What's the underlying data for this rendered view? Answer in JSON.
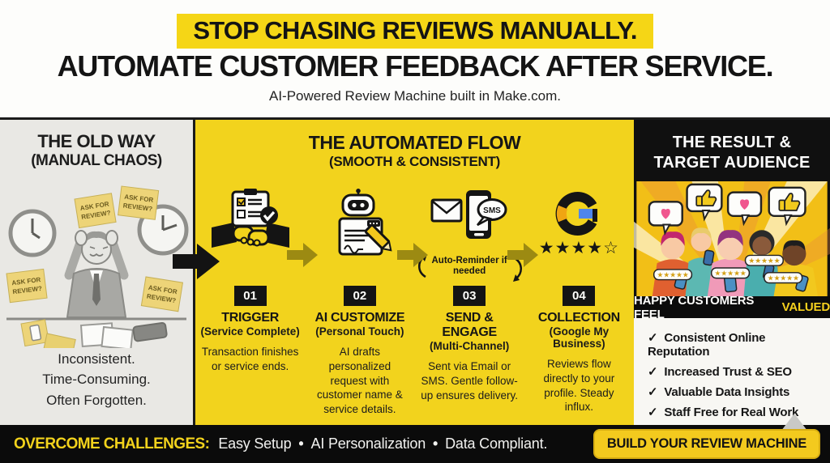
{
  "header": {
    "headline_1": "STOP CHASING REVIEWS MANUALLY.",
    "headline_2": "AUTOMATE CUSTOMER FEEDBACK AFTER SERVICE.",
    "subtitle": "AI-Powered Review Machine built in Make.com."
  },
  "old_way": {
    "title": "THE OLD WAY",
    "subtitle": "(MANUAL CHAOS)",
    "sticky_line1": "ASK FOR",
    "sticky_line2": "REVIEW?",
    "pain_points": [
      "Inconsistent.",
      "Time-Consuming.",
      "Often Forgotten."
    ]
  },
  "flow": {
    "title": "THE AUTOMATED FLOW",
    "subtitle": "(SMOOTH & CONSISTENT)",
    "steps": [
      {
        "number": "01",
        "title": "TRIGGER",
        "subtitle": "(Service Complete)",
        "description": "Transaction finishes or service ends."
      },
      {
        "number": "02",
        "title": "AI CUSTOMIZE",
        "subtitle": "(Personal Touch)",
        "description": "AI drafts personalized request with customer name & service details."
      },
      {
        "number": "03",
        "title": "SEND & ENGAGE",
        "subtitle": "(Multi-Channel)",
        "description": "Sent via Email or SMS. Gentle follow-up ensures delivery.",
        "note": "Auto-Reminder if needed",
        "sms_label": "SMS"
      },
      {
        "number": "04",
        "title": "COLLECTION",
        "subtitle": "(Google My Business)",
        "description": "Reviews flow directly to your profile. Steady influx.",
        "stars": "★★★★☆"
      }
    ]
  },
  "result": {
    "title_line1": "THE RESULT &",
    "title_line2": "TARGET AUDIENCE",
    "banner_white": "HAPPY CUSTOMERS FEEL",
    "banner_yellow": "VALUED",
    "check": "✓",
    "star_pill": "★★★★★",
    "benefits": [
      "Consistent Online Reputation",
      "Increased Trust & SEO",
      "Valuable Data Insights",
      "Staff Free for Real Work"
    ]
  },
  "footer": {
    "label": "OVERCOME CHALLENGES:",
    "items": [
      "Easy Setup",
      "AI Personalization",
      "Data Compliant."
    ],
    "separator": "•",
    "cta": "BUILD YOUR REVIEW MACHINE"
  },
  "colors": {
    "accent_yellow": "#f2d31d",
    "highlight_yellow": "#f5d616",
    "panel_gray": "#e9e8e4",
    "panel_black": "#101010",
    "arrow_olive": "#9c8a12",
    "google_blue": "#4f86ec",
    "google_orange": "#f0a512"
  }
}
